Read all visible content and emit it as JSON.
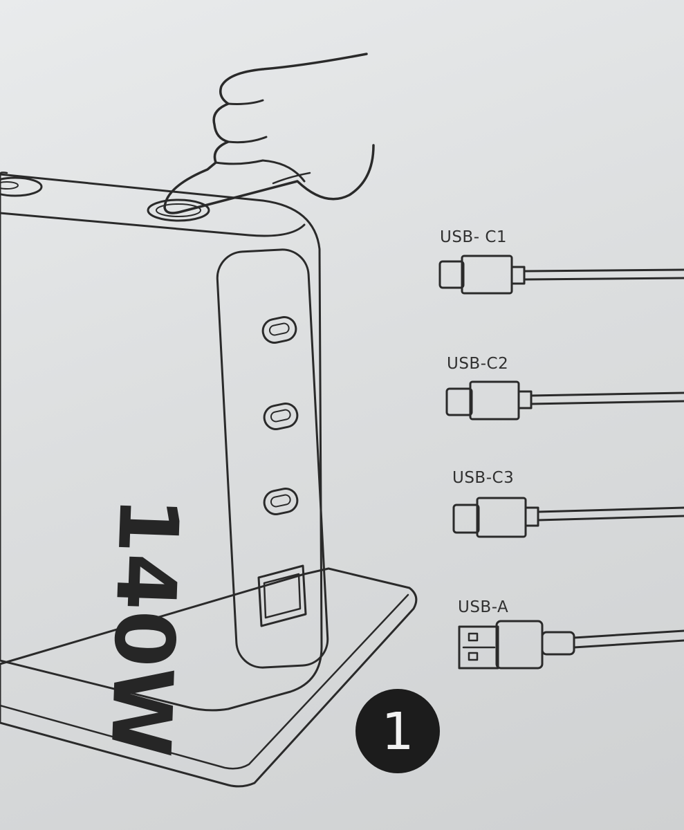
{
  "brand_label": "140W",
  "step_number": "1",
  "ports": [
    {
      "label": "USB- C1",
      "type": "usb-c"
    },
    {
      "label": "USB-C2",
      "type": "usb-c"
    },
    {
      "label": "USB-C3",
      "type": "usb-c"
    },
    {
      "label": "USB-A",
      "type": "usb-a"
    }
  ]
}
